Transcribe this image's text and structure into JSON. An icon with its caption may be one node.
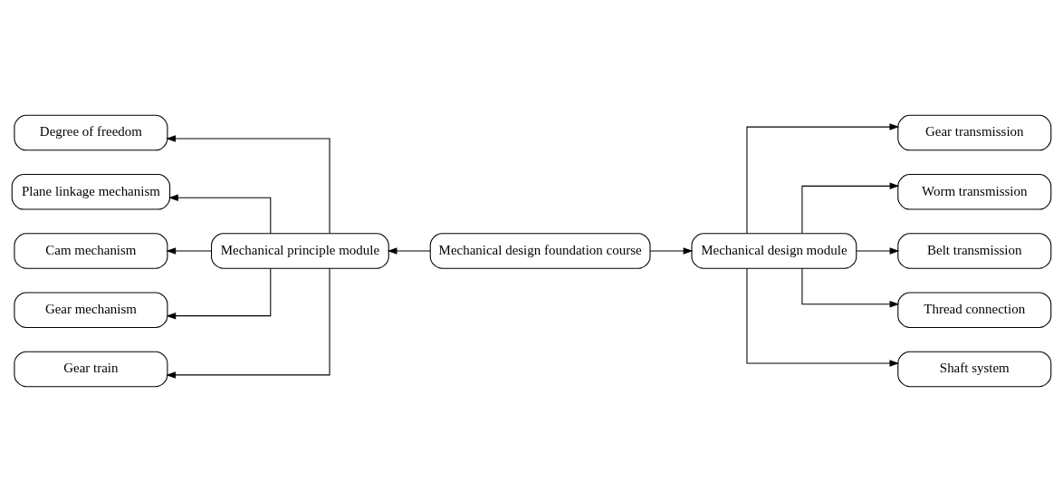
{
  "diagram": {
    "nodes": [
      {
        "text": [
          "Mechanical principle module"
        ]
      },
      {
        "text": [
          "Mechanical design foundation course"
        ]
      },
      {
        "text": [
          "Mechanical design module"
        ]
      },
      {
        "text": [
          "Degree of freedom"
        ]
      },
      {
        "text": [
          "Plane linkage mechanism"
        ]
      },
      {
        "text": [
          "Cam mechanism"
        ]
      },
      {
        "text": [
          "Gear mechanism"
        ]
      },
      {
        "text": [
          "Gear train"
        ]
      },
      {
        "text": [
          "Gear transmission"
        ]
      },
      {
        "text": [
          "Worm transmission"
        ]
      },
      {
        "text": [
          "Belt transmission"
        ]
      },
      {
        "text": [
          "Thread connection"
        ]
      },
      {
        "text": [
          "Shaft system"
        ]
      }
    ],
    "edges": [
      {
        "from": 1,
        "to": 0,
        "arrow": "to"
      },
      {
        "from": 1,
        "to": 2,
        "arrow": "to"
      },
      {
        "from": 0,
        "to": 3,
        "arrow": "to"
      },
      {
        "from": 0,
        "to": 4,
        "arrow": "to"
      },
      {
        "from": 0,
        "to": 5,
        "arrow": "to"
      },
      {
        "from": 0,
        "to": 6,
        "arrow": "to"
      },
      {
        "from": 0,
        "to": 7,
        "arrow": "to"
      },
      {
        "from": 2,
        "to": 8,
        "arrow": "to"
      },
      {
        "from": 2,
        "to": 9,
        "arrow": "to"
      },
      {
        "from": 2,
        "to": 10,
        "arrow": "to"
      },
      {
        "from": 2,
        "to": 11,
        "arrow": "to"
      },
      {
        "from": 2,
        "to": 12,
        "arrow": "to"
      }
    ]
  }
}
